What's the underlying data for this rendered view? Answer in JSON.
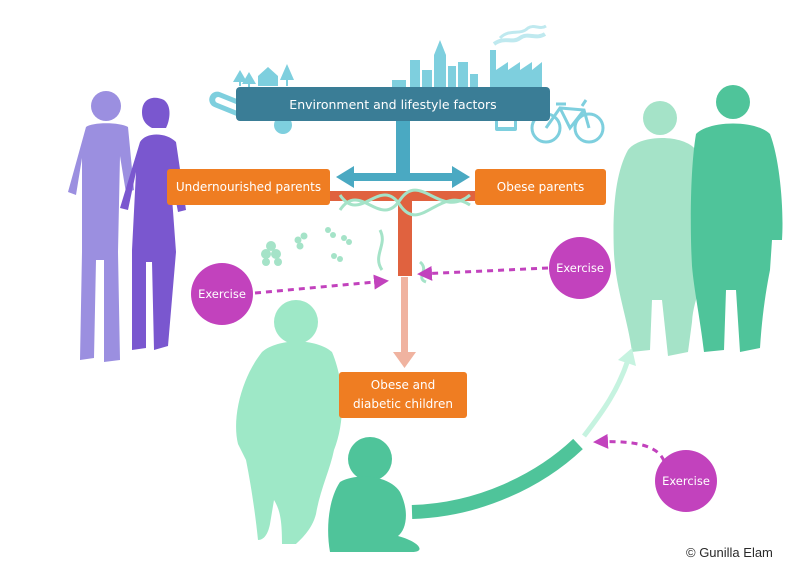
{
  "environment_box": {
    "label": "Environment and lifestyle factors"
  },
  "undernourished_box": {
    "label": "Undernourished parents"
  },
  "obese_parents_box": {
    "label": "Obese parents"
  },
  "children_box": {
    "line1": "Obese and",
    "line2": "diabetic children"
  },
  "exercise_badges": [
    {
      "label": "Exercise"
    },
    {
      "label": "Exercise"
    },
    {
      "label": "Exercise"
    }
  ],
  "copyright": "© Gunilla Elam",
  "colors": {
    "environment": "#3a7d96",
    "orange": "#ef7d22",
    "exercise": "#c242bd",
    "thin_parents_light": "#9b8fe0",
    "thin_parents_dark": "#7a57cf",
    "obese_parents_light": "#a5e3c8",
    "obese_parents_dark": "#4fc49a",
    "child": "#9ee8c7",
    "baby": "#4fc49a",
    "icons": "#7ecfde",
    "stem": "#e0623f"
  }
}
